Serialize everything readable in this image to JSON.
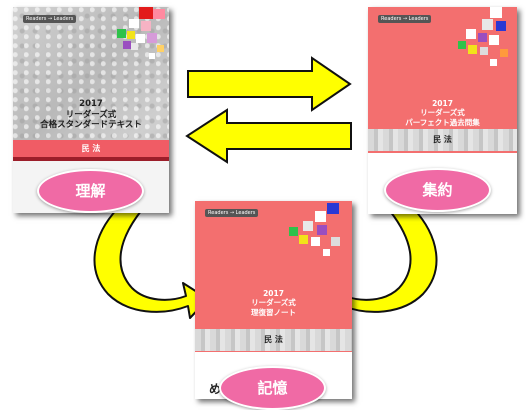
{
  "colors": {
    "arrow_fill": "#ffff00",
    "arrow_stroke": "#111111",
    "oval_fill": "#f06aa5",
    "cover_coral": "#f36f6f",
    "band_red": "#f05c65"
  },
  "books": [
    {
      "publisher_tag": "Readers → Leaders",
      "title_lines": [
        "2017",
        "リーダーズ式",
        "合格スタンダードテキスト"
      ],
      "subject": "民 法",
      "label": "理解"
    },
    {
      "publisher_tag": "Readers → Leaders",
      "title_lines": [
        "2017",
        "リーダーズ式",
        "パーフェクト過去問集"
      ],
      "subject": "民 法",
      "label": "集約"
    },
    {
      "publisher_tag": "Readers → Leaders",
      "title_lines": [
        "2017",
        "リーダーズ式",
        "理復習ノート"
      ],
      "subject": "民 法",
      "label": "記憶",
      "footer_mark": "め"
    }
  ],
  "arrows": [
    {
      "name": "arrow-right",
      "icon": "block-arrow-right"
    },
    {
      "name": "arrow-left",
      "icon": "block-arrow-left"
    },
    {
      "name": "curved-arrow-left-book-to-center",
      "icon": "curved-arrow"
    },
    {
      "name": "curved-arrow-right-book-to-center",
      "icon": "curved-arrow"
    }
  ]
}
